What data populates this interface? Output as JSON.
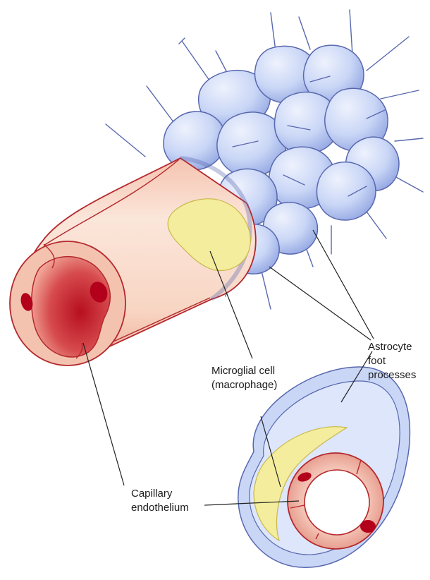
{
  "labels": {
    "astrocyte": [
      "Astrocyte",
      "foot",
      "processes"
    ],
    "microglial": [
      "Microglial cell",
      "(macrophage)"
    ],
    "capillary": [
      "Capillary",
      "endothelium"
    ]
  },
  "colors": {
    "astrocyte_fill": "#c4d2f5",
    "astrocyte_stroke": "#5868ae",
    "vessel_outer": "#f6cdb9",
    "vessel_stroke": "#b4282c",
    "lumen": "#a30b17",
    "nucleus": "#b3001b",
    "microglia": "#f4ed9e",
    "leader_line": "#222222"
  },
  "icons": {
    "figure": "blood-brain-barrier-illustration"
  }
}
